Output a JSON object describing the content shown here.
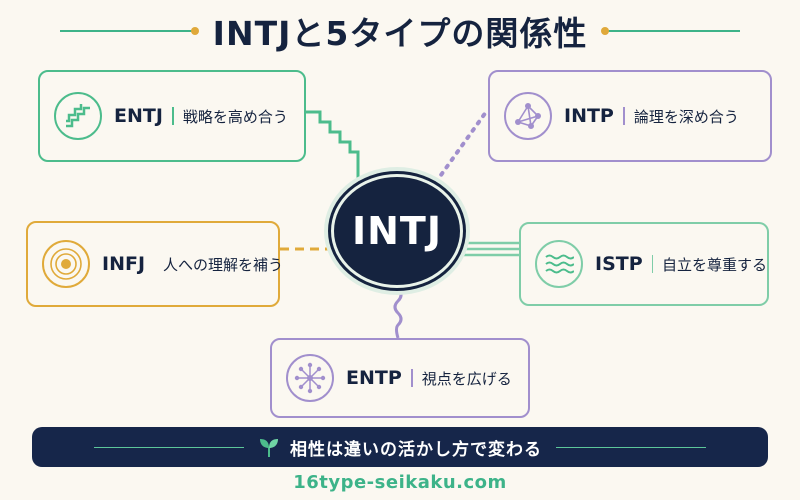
{
  "title": "INTJと5タイプの関係性",
  "center_label": "INTJ",
  "cards": {
    "entj": {
      "name": "ENTJ",
      "desc": "戦略を高め合う",
      "icon": "stairs-icon",
      "color": "#4cbc8c"
    },
    "intp": {
      "name": "INTP",
      "desc": "論理を深め合う",
      "icon": "network-icon",
      "color": "#a18fcd"
    },
    "infj": {
      "name": "INFJ",
      "desc": "人への理解を補う",
      "icon": "concentric-circles-icon",
      "color": "#e0aa3a"
    },
    "istp": {
      "name": "ISTP",
      "desc": "自立を尊重する",
      "icon": "waves-icon",
      "color": "#7fcda8"
    },
    "entp": {
      "name": "ENTP",
      "desc": "視点を広げる",
      "icon": "radial-burst-icon",
      "color": "#a18fcd"
    }
  },
  "banner": {
    "text": "相性は違いの活かし方で変わる",
    "icon": "sprout-icon"
  },
  "footer": "16type-seikaku.com",
  "colors": {
    "navy": "#15233f",
    "green": "#3db389",
    "gold": "#e0a93a",
    "background": "#fbf8f1"
  }
}
